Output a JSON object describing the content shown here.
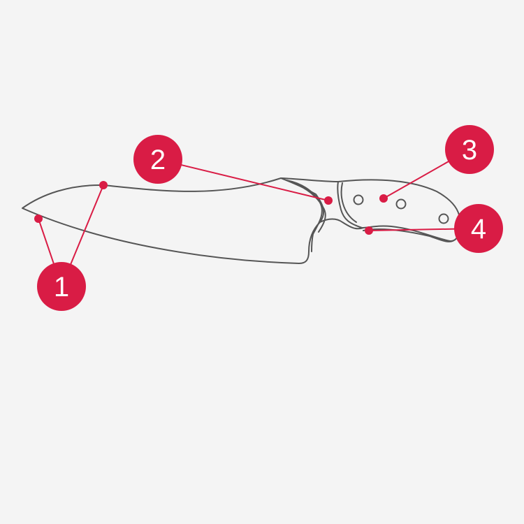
{
  "colors": {
    "background": "#f4f4f4",
    "accent": "#d91c45",
    "outline": "#555555",
    "badge_text": "#ffffff"
  },
  "callouts": [
    {
      "number": "1"
    },
    {
      "number": "2"
    },
    {
      "number": "3"
    },
    {
      "number": "4"
    }
  ]
}
